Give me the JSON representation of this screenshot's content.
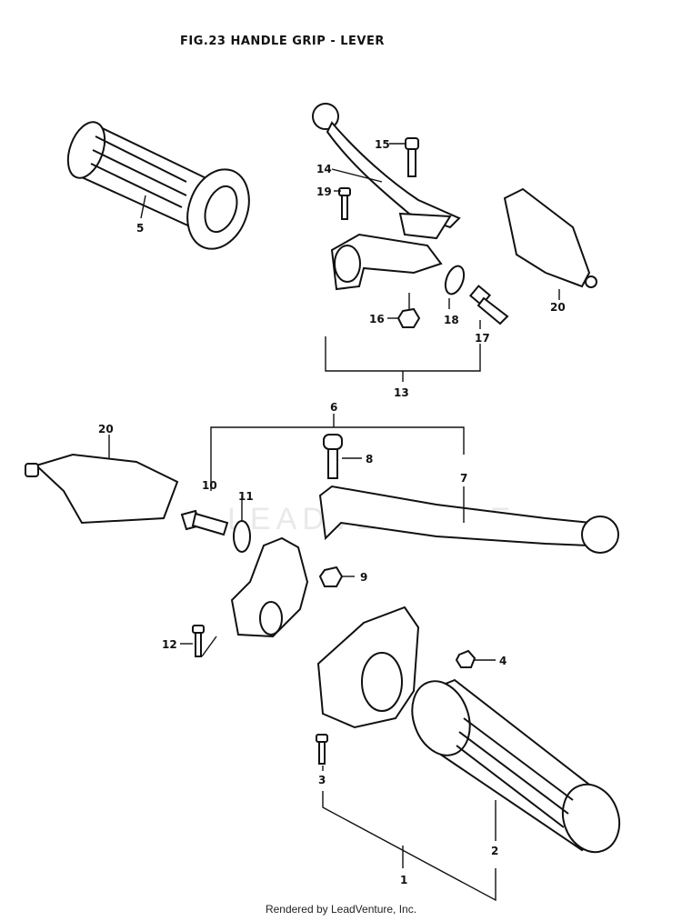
{
  "header": {
    "title": "FIG.23  HANDLE GRIP - LEVER"
  },
  "footer": {
    "text": "Rendered by LeadVenture, Inc."
  },
  "watermark": {
    "text": "LEADVENTURE"
  },
  "callouts": [
    "1",
    "2",
    "3",
    "4",
    "5",
    "6",
    "7",
    "8",
    "9",
    "10",
    "11",
    "12",
    "13",
    "14",
    "15",
    "16",
    "17",
    "18",
    "19",
    "20",
    "20"
  ]
}
